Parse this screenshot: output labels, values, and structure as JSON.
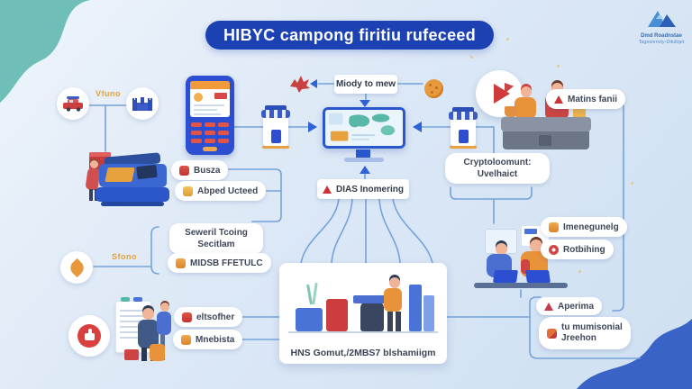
{
  "title": "HIBYC campong firitiu rufeceed",
  "logo": {
    "line1": "Dmd Roadnstae",
    "line2": "Tagesienvty-Dikdiqet"
  },
  "nodes": {
    "vfuno": "Vfuno",
    "sfono": "Sfono",
    "miody_to_mew": "Miody to mew",
    "dias_inomering": "DIAS Inomering",
    "busza": "Busza",
    "abped_ucteed": "Abped Ucteed",
    "seweril_line1": "Seweril Tcoing",
    "seweril_line2": "Secitlam",
    "midsb_ffetulc": "MIDSB FFETULC",
    "eltsofher": "eltsofher",
    "mnebista": "Mnebista",
    "matins_fanii": "Matins fanii",
    "crypto_line1": "Cryptoloomunt:",
    "crypto_line2": "Uvelhaict",
    "imenegunelg": "Imenegunelg",
    "rotbihing": "Rotbihing",
    "aperima": "Aperima",
    "tu_line1": "tu mumisonial",
    "tu_line2": "Jreehon",
    "hns_caption": "HNS Gomut,/2MBS7 blshamiigm"
  },
  "colors": {
    "title_bg": "#1c41b2",
    "accent_blue": "#2e63d6",
    "connector": "#74a3da",
    "teal_blob": "#6fbfb8",
    "corner_blue": "#3a63c8",
    "orange": "#e8973a",
    "red": "#cc3d3d"
  }
}
